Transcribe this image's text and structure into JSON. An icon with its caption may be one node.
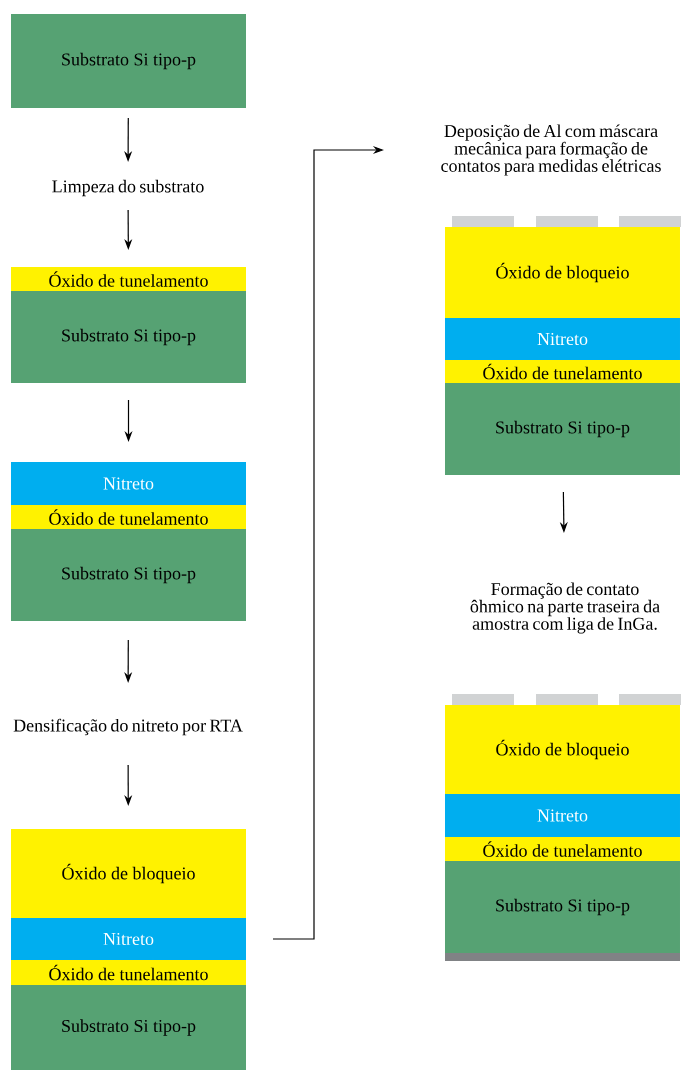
{
  "diagram": {
    "nodes": [
      {
        "text": [
          "Substrato Si tipo-p"
        ]
      },
      {
        "text": [
          "Limpeza do substrato"
        ]
      },
      {
        "text": [
          "Óxido de tunelamento"
        ]
      },
      {
        "text": [
          "Substrato Si tipo-p"
        ]
      },
      {
        "text": [
          "Nitreto"
        ]
      },
      {
        "text": [
          "Óxido de tunelamento"
        ]
      },
      {
        "text": [
          "Substrato Si tipo-p"
        ]
      },
      {
        "text": [
          "Densificação do nitreto por RTA"
        ]
      },
      {
        "text": [
          "Óxido de bloqueio"
        ]
      },
      {
        "text": [
          "Nitreto"
        ]
      },
      {
        "text": [
          "Óxido de tunelamento"
        ]
      },
      {
        "text": [
          "Substrato Si tipo-p"
        ]
      },
      {
        "text": [
          "Deposição de Al com máscara mecânica para formação de contatos para medidas elétricas"
        ]
      },
      {
        "text": [
          "Óxido de bloqueio"
        ]
      },
      {
        "text": [
          "Nitreto"
        ]
      },
      {
        "text": [
          "Óxido de tunelamento"
        ]
      },
      {
        "text": [
          "Substrato Si tipo-p"
        ]
      },
      {
        "text": [
          "Formação de contato ôhmico na parte traseira da amostra com liga de InGa."
        ]
      },
      {
        "text": [
          "Óxido de bloqueio"
        ]
      },
      {
        "text": [
          "Nitreto"
        ]
      },
      {
        "text": [
          "Óxido de tunelamento"
        ]
      },
      {
        "text": [
          "Substrato Si tipo-p"
        ]
      }
    ],
    "edges": [
      {
        "from": 0,
        "to": 1,
        "arrow": "to"
      },
      {
        "from": 1,
        "to": 2,
        "arrow": "to"
      },
      {
        "from": 3,
        "to": 4,
        "arrow": "to"
      },
      {
        "from": 6,
        "to": 7,
        "arrow": "to"
      },
      {
        "from": 7,
        "to": 8,
        "arrow": "to"
      },
      {
        "from": 9,
        "to": 12,
        "arrow": "to"
      },
      {
        "from": 16,
        "to": 17,
        "arrow": "to"
      }
    ]
  }
}
